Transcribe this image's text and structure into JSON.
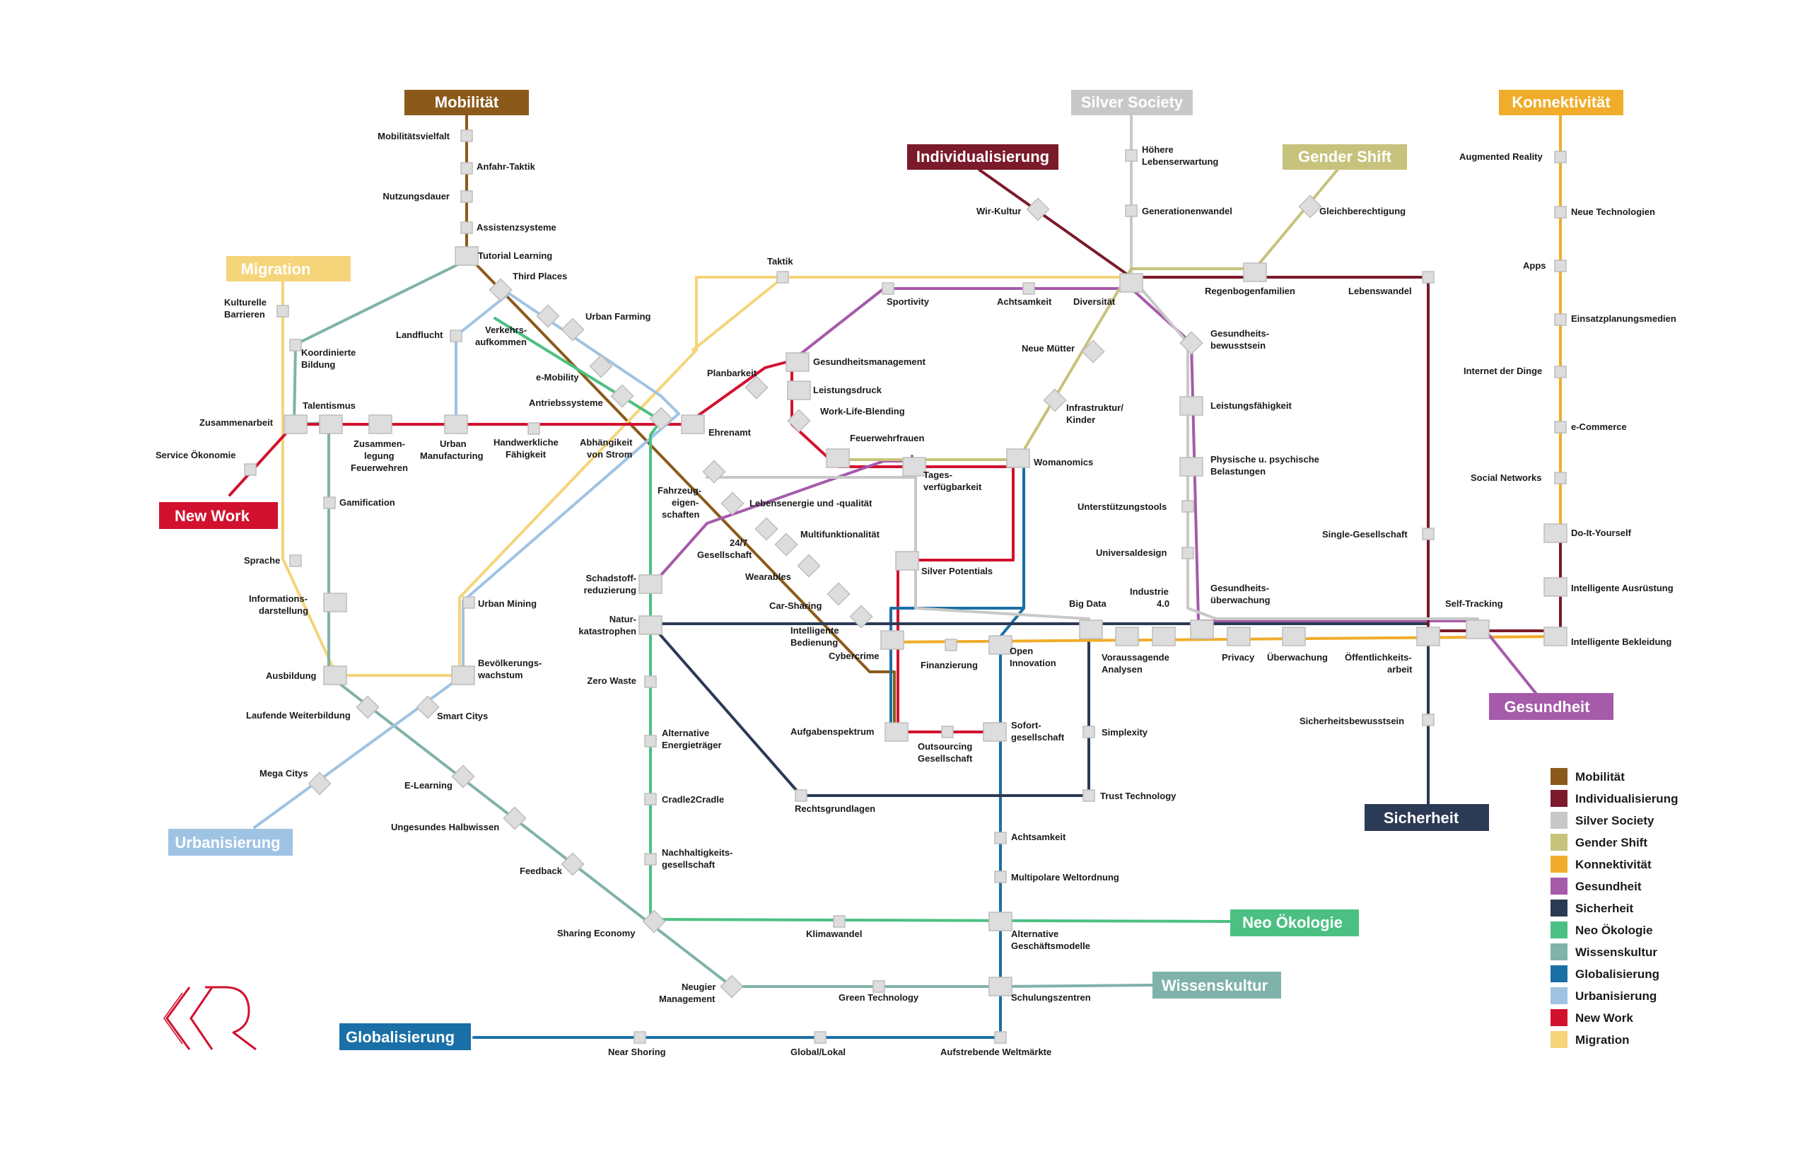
{
  "colors": {
    "mobilitaet": "#8b5a1b",
    "individualisierung": "#7a1a2a",
    "silver": "#c8c8c8",
    "gender": "#c7c27c",
    "konnektivitaet": "#f0ac2a",
    "gesundheit": "#a55aaa",
    "sicherheit": "#2b3a55",
    "neo": "#4cc083",
    "wissenskultur": "#7fb2aa",
    "globalisierung": "#1a6fa6",
    "urbanisierung": "#9fc3e3",
    "newwork": "#d2112e",
    "migration": "#f5d47a"
  },
  "titles": {
    "mobilitaet": "Mobilität",
    "silver": "Silver Society",
    "konnektivitaet": "Konnektivität",
    "individualisierung": "Individualisierung",
    "gender": "Gender Shift",
    "migration": "Migration",
    "newwork": "New Work",
    "gesundheit": "Gesundheit",
    "sicherheit": "Sicherheit",
    "urbanisierung": "Urbanisierung",
    "neo": "Neo Ökologie",
    "wissenskultur": "Wissenskultur",
    "globalisierung": "Globalisierung"
  },
  "legend": [
    {
      "label": "Mobilität",
      "color": "#8b5a1b"
    },
    {
      "label": "Individualisierung",
      "color": "#7a1a2a"
    },
    {
      "label": "Silver Society",
      "color": "#c8c8c8"
    },
    {
      "label": "Gender Shift",
      "color": "#c7c27c"
    },
    {
      "label": "Konnektivität",
      "color": "#f0ac2a"
    },
    {
      "label": "Gesundheit",
      "color": "#a55aaa"
    },
    {
      "label": "Sicherheit",
      "color": "#2b3a55"
    },
    {
      "label": "Neo Ökologie",
      "color": "#4cc083"
    },
    {
      "label": "Wissenskultur",
      "color": "#7fb2aa"
    },
    {
      "label": "Globalisierung",
      "color": "#1a6fa6"
    },
    {
      "label": "Urbanisierung",
      "color": "#9fc3e3"
    },
    {
      "label": "New Work",
      "color": "#d2112e"
    },
    {
      "label": "Migration",
      "color": "#f5d47a"
    }
  ],
  "stations": {
    "mobilitaetsvielfalt": "Mobilitätsvielfalt",
    "anfahr": "Anfahr-Taktik",
    "nutzungsdauer": "Nutzungsdauer",
    "assistenz": "Assistenzsysteme",
    "tutorial": "Tutorial Learning",
    "thirdplaces": "Third Places",
    "urbanfarming": "Urban Farming",
    "verkehr1": "Verkehrs-",
    "verkehr2": "aufkommen",
    "landflucht": "Landflucht",
    "emobility": "e-Mobility",
    "antrieb": "Antriebssysteme",
    "kulturelle1": "Kulturelle",
    "kulturelle2": "Barrieren",
    "koord1": "Koordinierte",
    "koord2": "Bildung",
    "talentismus": "Talentismus",
    "zusammenarbeit": "Zusammenarbeit",
    "service": "Service Ökonomie",
    "zuslegung1": "Zusammen-",
    "zuslegung2": "legung",
    "zuslegung3": "Feuerwehren",
    "urbanmanu1": "Urban",
    "urbanmanu2": "Manufacturing",
    "handwerk1": "Handwerkliche",
    "handwerk2": "Fähigkeit",
    "abhaengig1": "Abhängikeit",
    "abhaengig2": "von Strom",
    "ehrenamt": "Ehrenamt",
    "gamification": "Gamification",
    "sprache": "Sprache",
    "info1": "Informations-",
    "info2": "darstellung",
    "ausbildung": "Ausbildung",
    "laufende": "Laufende Weiterbildung",
    "megacitys": "Mega Citys",
    "elearning": "E-Learning",
    "ungesund": "Ungesundes Halbwissen",
    "feedback": "Feedback",
    "sharing": "Sharing Economy",
    "neugier1": "Neugier",
    "neugier2": "Management",
    "nearshoring": "Near Shoring",
    "globallokal": "Global/Lokal",
    "aufstrebende": "Aufstrebende Weltmärkte",
    "greentech": "Green Technology",
    "schulung": "Schulungszentren",
    "klimawandel": "Klimawandel",
    "altgeschaeft1": "Alternative",
    "altgeschaeft2": "Geschäftsmodelle",
    "multipolar": "Multipolare Weltordnung",
    "achtsamkeit2": "Achtsamkeit",
    "nachhaltig1": "Nachhaltigkeits-",
    "nachhaltig2": "gesellschaft",
    "cradle": "Cradle2Cradle",
    "altenergie1": "Alternative",
    "altenergie2": "Energieträger",
    "zerowaste": "Zero Waste",
    "naturkat1": "Natur-",
    "naturkat2": "katastrophen",
    "schadstoff1": "Schadstoff-",
    "schadstoff2": "reduzierung",
    "urbanmining": "Urban Mining",
    "bevoelk1": "Bevölkerungs-",
    "bevoelk2": "wachstum",
    "smartcitys": "Smart Citys",
    "fahrzeug1": "Fahrzeug-",
    "fahrzeug2": "eigen-",
    "fahrzeug3": "schaften",
    "lebensenergie": "Lebensenergie und -qualität",
    "g247a": "24/7",
    "g247b": "Gesellschaft",
    "multifunktion": "Multifunktionalität",
    "wearables": "Wearables",
    "carsharing": "Car-Sharing",
    "intbed1": "Intelligente",
    "intbed2": "Bedienung",
    "cybercrime": "Cybercrime",
    "rechtsgrundlagen": "Rechtsgrundlagen",
    "aufgaben": "Aufgabenspektrum",
    "outsourcing1": "Outsourcing",
    "outsourcing2": "Gesellschaft",
    "sofort1": "Sofort-",
    "sofort2": "gesellschaft",
    "trusttech": "Trust Technology",
    "simplexity": "Simplexity",
    "finanzierung": "Finanzierung",
    "openinno1": "Open",
    "openinno2": "Innovation",
    "silverpot": "Silver Potentials",
    "tages1": "Tages-",
    "tages2": "verfügbarkeit",
    "feuerwehrfrauen": "Feuerwehrfrauen",
    "worklife": "Work-Life-Blending",
    "leistungsdruck": "Leistungsdruck",
    "gesundheitsmgmt": "Gesundheitsmanagement",
    "planbarkeit": "Planbarkeit",
    "taktik": "Taktik",
    "sportivity": "Sportivity",
    "achtsamkeit": "Achtsamkeit",
    "diversitaet": "Diversität",
    "womanomics": "Womanomics",
    "infra1": "Infrastruktur/",
    "infra2": "Kinder",
    "neuemuetter": "Neue Mütter",
    "wirkultur": "Wir-Kultur",
    "hoehere1": "Höhere",
    "hoehere2": "Lebenserwartung",
    "generationen": "Generationenwandel",
    "gleich": "Gleichberechtigung",
    "regenbogen": "Regenbogenfamilien",
    "lebenswandel": "Lebenswandel",
    "gesbew1": "Gesundheits-",
    "gesbew2": "bewusstsein",
    "leistungsf": "Leistungsfähigkeit",
    "physisch1": "Physische u. psychische",
    "physisch2": "Belastungen",
    "unterstuetzung": "Unterstützungstools",
    "universaldesign": "Universaldesign",
    "gesueber1": "Gesundheits-",
    "gesueber2": "überwachung",
    "industrie1": "Industrie",
    "industrie2": "4.0",
    "bigdata": "Big Data",
    "voraus1": "Voraussagende",
    "voraus2": "Analysen",
    "privacy": "Privacy",
    "ueberwachung": "Überwachung",
    "oeffentlich1": "Öffentlichkeits-",
    "oeffentlich2": "arbeit",
    "selftracking": "Self-Tracking",
    "singleges": "Single-Gesellschaft",
    "sicherheitsbew": "Sicherheitsbewusstsein",
    "augmented": "Augmented Reality",
    "neuetech": "Neue Technologien",
    "apps": "Apps",
    "einsatz": "Einsatzplanungsmedien",
    "iot": "Internet der Dinge",
    "ecommerce": "e-Commerce",
    "social": "Social Networks",
    "diy": "Do-It-Yourself",
    "intausr": "Intelligente Ausrüstung",
    "intbekl": "Intelligente Bekleidung"
  }
}
